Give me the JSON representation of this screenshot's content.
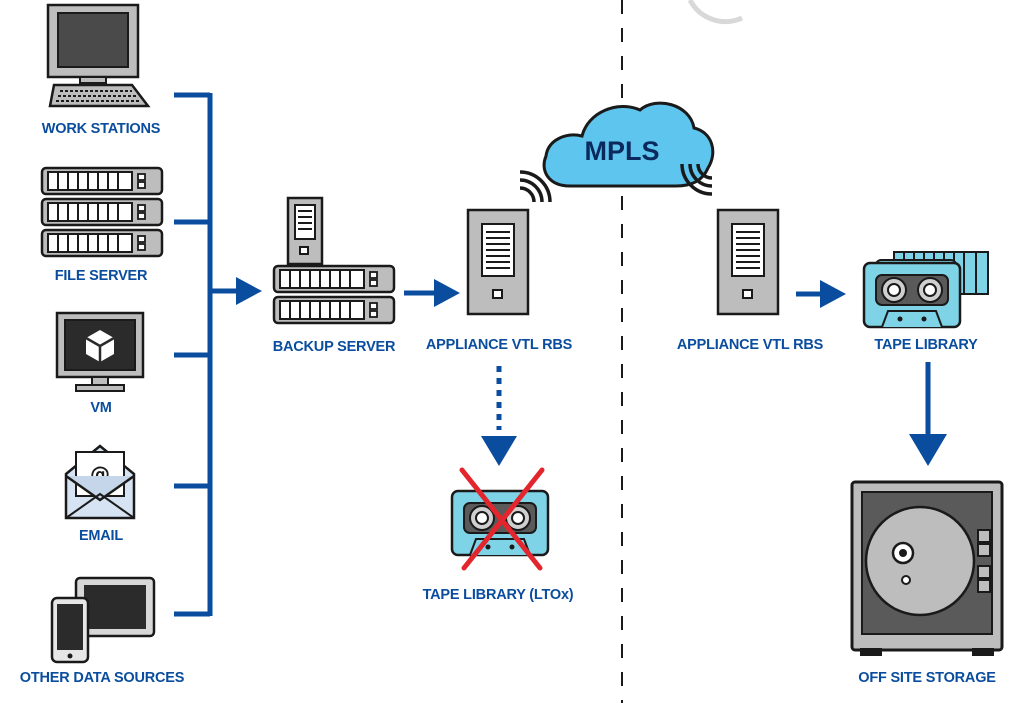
{
  "colors": {
    "accent_blue": "#0a4d9e",
    "label_blue": "#0a4d9e",
    "cloud_fill": "#5ec5ee",
    "tape_fill": "#7fd3e6",
    "device_gray": "#bdbdbd",
    "cross_red": "#e3262d",
    "outline": "#1a1a1a"
  },
  "sources": {
    "workstations_label": "WORK STATIONS",
    "file_server_label": "FILE  SERVER",
    "vm_label": "VM",
    "email_label": "EMAIL",
    "other_label": "OTHER DATA SOURCES"
  },
  "backup_server": {
    "label": "BACKUP SERVER"
  },
  "appliance_local": {
    "label": "APPLIANCE VTL RBS"
  },
  "tape_library_local": {
    "label": "TAPE LIBRARY (LTOx)"
  },
  "network": {
    "label": "MPLS"
  },
  "appliance_remote": {
    "label": "APPLIANCE VTL RBS"
  },
  "tape_library_remote": {
    "label": "TAPE LIBRARY"
  },
  "offsite": {
    "label": "OFF SITE STORAGE"
  },
  "icons": {
    "workstation": "desktop-computer-icon",
    "file_server": "rack-server-icon",
    "vm": "virtual-machine-icon",
    "email": "email-envelope-icon",
    "other": "tablet-phone-icon",
    "backup_server": "backup-server-icon",
    "appliance": "tower-server-icon",
    "tape": "tape-cassette-icon",
    "cloud": "cloud-icon",
    "wireless": "wireless-signal-icon",
    "safe": "safe-vault-icon"
  }
}
